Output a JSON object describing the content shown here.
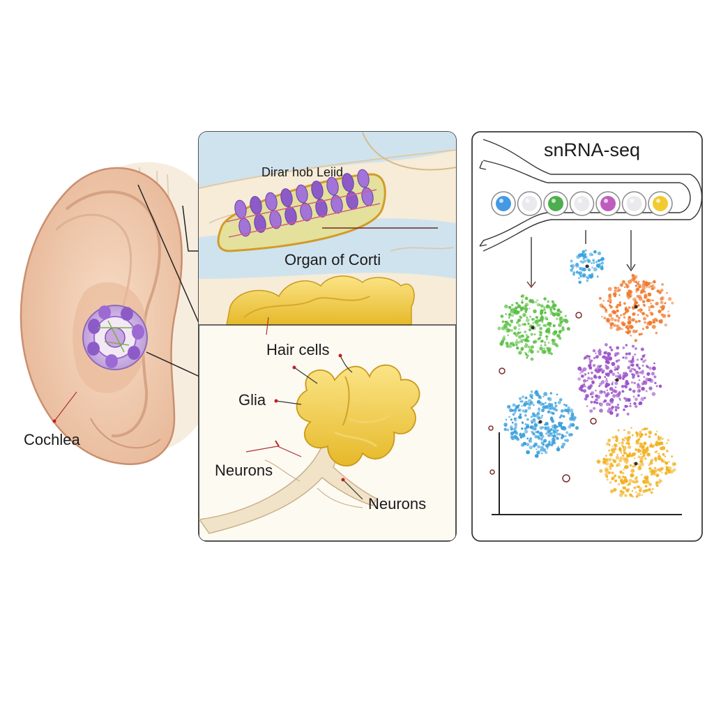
{
  "labels": {
    "cochlea": "Cochlea",
    "garbled_heading": "Dirar hob Leiid",
    "organ_of_corti": "Organ of Corti",
    "hair_cells": "Hair cells",
    "glia": "Glia",
    "neurons_left": "Neurons",
    "neurons_right": "Neurons",
    "snrna_seq": "snRNA-seq"
  },
  "colors": {
    "skin": "#f2cfb4",
    "skin_shadow": "#d9a98a",
    "cochlea_purple": "#9b6ad1",
    "neuron_yellow": "#f3d34a",
    "fluid_blue": "#cfe3ee",
    "tissue_cream": "#f6ecd8",
    "cluster_colors": [
      "#3aa3e0",
      "#5cbf45",
      "#ef7a2e",
      "#9a52c6",
      "#3b9fdc",
      "#f2b01f"
    ]
  },
  "droplets": [
    {
      "color": "#2f8fe0"
    },
    {
      "color": "#e8e8ec"
    },
    {
      "color": "#3aa53a"
    },
    {
      "color": "#e8e8ec"
    },
    {
      "color": "#b84bb8"
    },
    {
      "color": "#e8e8ec"
    },
    {
      "color": "#f2c418"
    }
  ]
}
